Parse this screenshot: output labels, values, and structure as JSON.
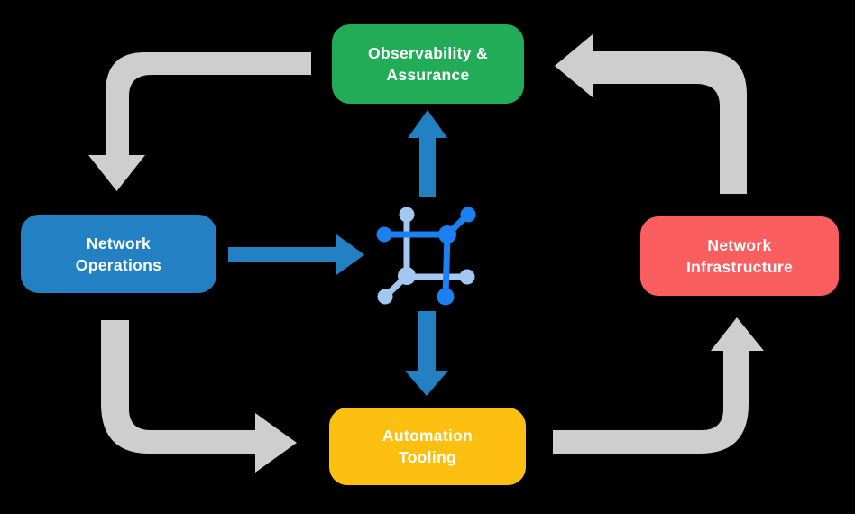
{
  "diagram": {
    "name": "network-automation-cycle",
    "background": "#000000",
    "colors": {
      "cycle_arrow": "#cecece",
      "flow_arrow": "#2280c3",
      "text": "#ffffff"
    },
    "boxes": {
      "observability": {
        "line1": "Observability &",
        "line2": "Assurance",
        "color": "#22ac57"
      },
      "operations": {
        "line1": "Network",
        "line2": "Operations",
        "color": "#2280c3"
      },
      "infrastructure": {
        "line1": "Network",
        "line2": "Infrastructure",
        "color": "#fb5e5e"
      },
      "automation": {
        "line1": "Automation",
        "line2": "Tooling",
        "color": "#fdc011"
      }
    },
    "icon": {
      "name": "network-mesh-icon",
      "dark": "#1b80f0",
      "light": "#a2c8f2"
    }
  }
}
